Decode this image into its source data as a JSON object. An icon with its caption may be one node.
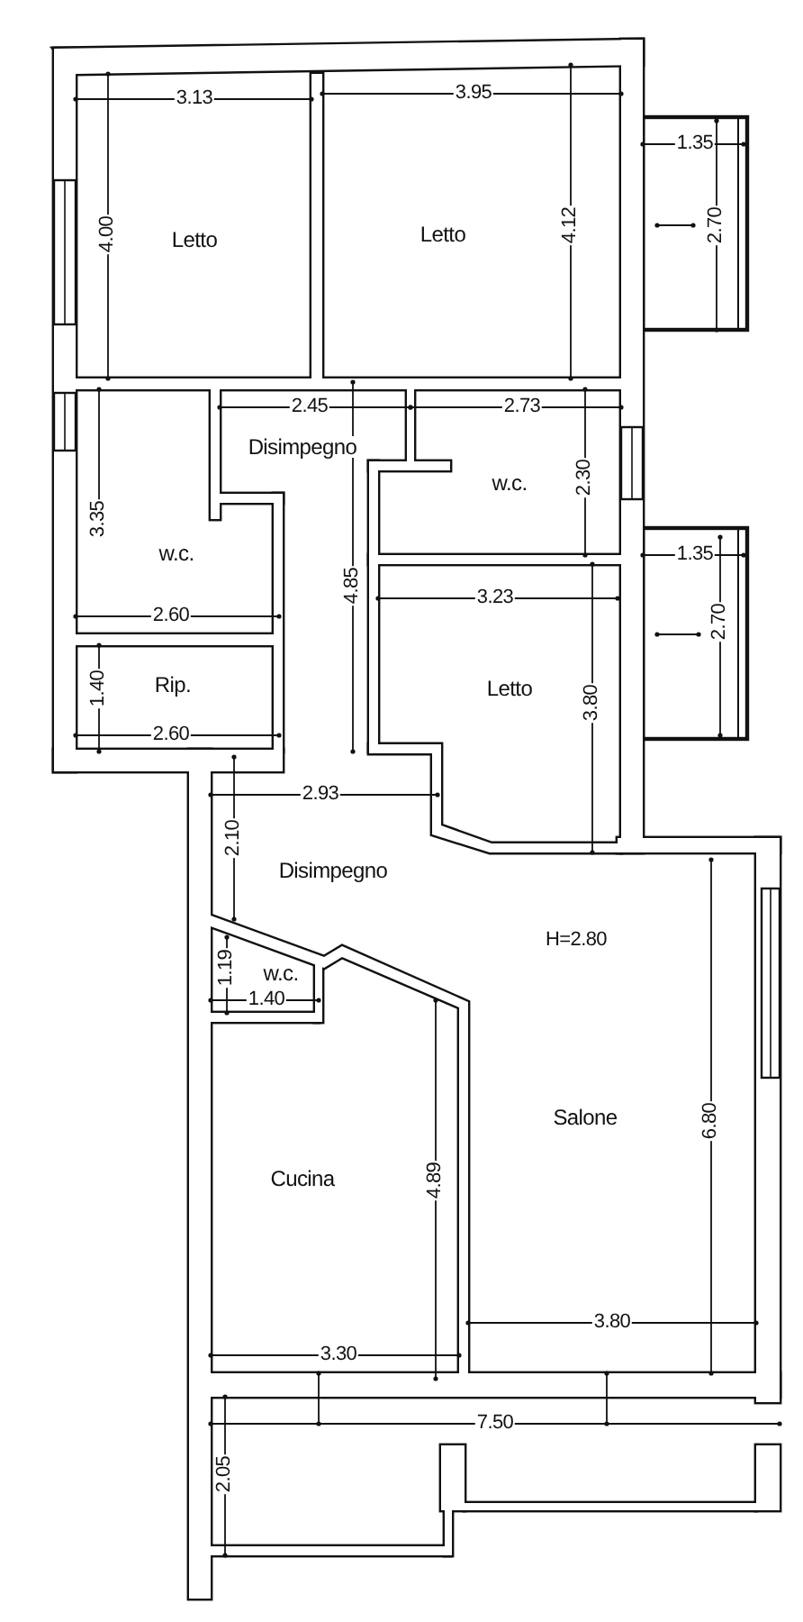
{
  "diagram": {
    "labels": [
      "3.13",
      "3.95",
      "1.35",
      "4.00",
      "Letto",
      "Letto",
      "4.12",
      "2.70",
      "2.45",
      "2.73",
      "Disimpegno",
      "2.30",
      "w.c.",
      "3.35",
      "w.c.",
      "4.85",
      "1.35",
      "2.60",
      "3.23",
      "2.70",
      "1.40",
      "Rip.",
      "Letto",
      "3.80",
      "2.60",
      "2.93",
      "2.10",
      "Disimpegno",
      "H=2.80",
      "1.19",
      "w.c.",
      "1.40",
      "Salone",
      "6.80",
      "Cucina",
      "4.89",
      "3.80",
      "3.30",
      "7.50",
      "2.05"
    ]
  }
}
